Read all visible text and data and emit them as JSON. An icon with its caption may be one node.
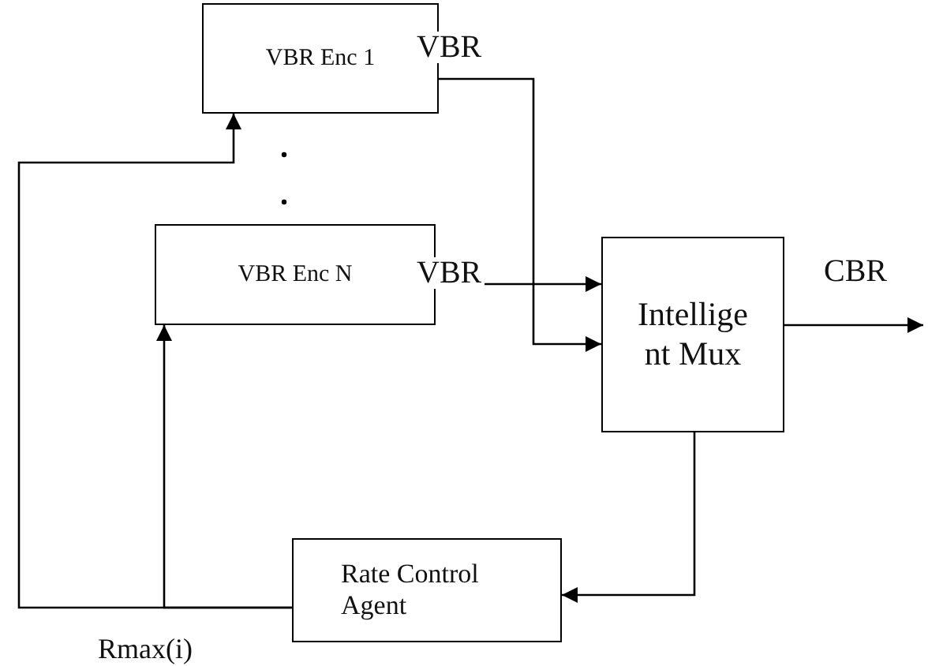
{
  "diagram": {
    "nodes": [
      {
        "text": [
          "VBR Enc 1"
        ]
      },
      {
        "text": [
          "VBR Enc N"
        ]
      },
      {
        "text": [
          "Intellige nt Mux"
        ]
      },
      {
        "text": [
          "Rate Control Agent"
        ]
      }
    ],
    "edges": [
      {
        "from": 0,
        "to": 2,
        "arrow": "to",
        "label": "VBR"
      },
      {
        "from": 1,
        "to": 2,
        "arrow": "to",
        "label": "VBR"
      },
      {
        "from": 2,
        "to": null,
        "arrow": "to",
        "label": "CBR"
      },
      {
        "from": 2,
        "to": 3,
        "arrow": "to"
      },
      {
        "from": 3,
        "to": 0,
        "arrow": "to"
      },
      {
        "from": 3,
        "to": 1,
        "arrow": "to"
      }
    ],
    "labels": [
      "Rmax(i)"
    ]
  }
}
